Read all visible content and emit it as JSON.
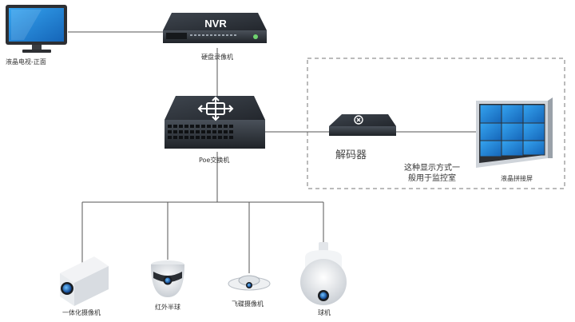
{
  "devices": {
    "tv": {
      "label": "液晶电视-正面"
    },
    "nvr": {
      "label": "硬盘录像机",
      "badge": "NVR"
    },
    "poe_switch": {
      "label": "Poe交换机"
    },
    "decoder": {
      "label": "解码器"
    },
    "video_wall": {
      "label": "液晶拼接屏"
    },
    "cameras": [
      {
        "label": "一体化摄像机"
      },
      {
        "label": "红外半球"
      },
      {
        "label": "飞碟摄像机"
      },
      {
        "label": "球机"
      }
    ]
  },
  "note": {
    "line1": "这种显示方式一",
    "line2": "般用于监控室"
  },
  "colors": {
    "line": "#555555",
    "device_dark": "#2c3138",
    "screen_blue": "#1f86d8",
    "wall_blue": "#3c8fe0",
    "dashed_border": "#777777"
  }
}
